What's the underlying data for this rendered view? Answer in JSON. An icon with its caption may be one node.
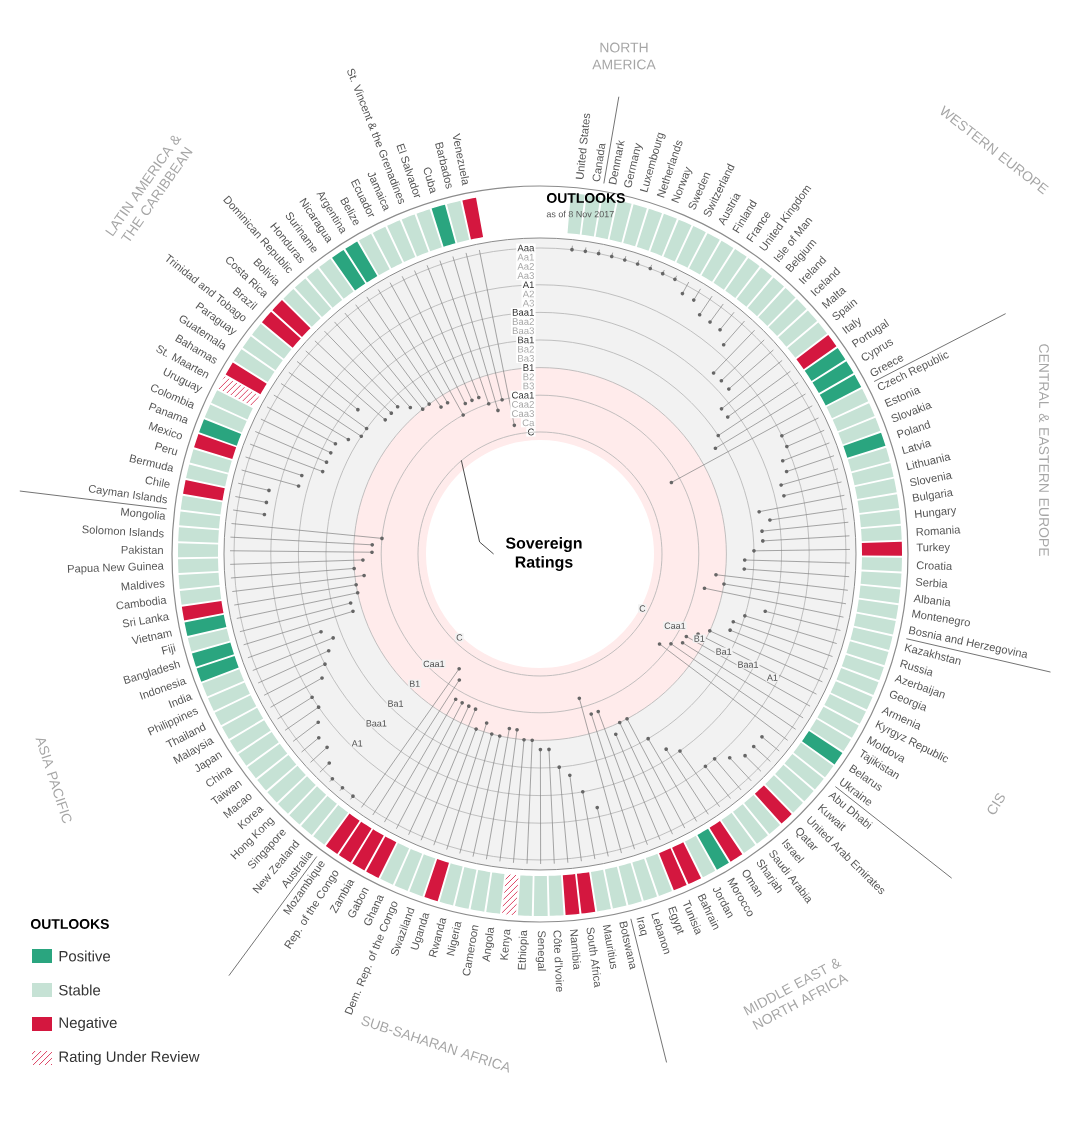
{
  "diagram": {
    "labels": [
      "OUTLOOKS",
      "as of 8 Nov 2017",
      "Aaa",
      "Aa1",
      "Aa2",
      "Aa3",
      "A1",
      "A2",
      "A3",
      "Baa1",
      "Baa2",
      "Baa3",
      "Ba1",
      "Ba2",
      "Ba3",
      "B1",
      "B2",
      "B3",
      "Caa1",
      "Caa2",
      "Caa3",
      "Ca",
      "C",
      "NORTH AMERICA",
      "United States",
      "Canada",
      "WESTERN EUROPE",
      "Denmark",
      "Germany",
      "Luxembourg",
      "Netherlands",
      "Norway",
      "Sweden",
      "Switzerland",
      "Austria",
      "Finland",
      "France",
      "United Kingdom",
      "Isle of Man",
      "Belgium",
      "Ireland",
      "Iceland",
      "Malta",
      "Spain",
      "Italy",
      "Portugal",
      "Cyprus",
      "Greece",
      "CENTRAL & EASTERN EUROPE",
      "Czech Republic",
      "Estonia",
      "Slovakia",
      "Poland",
      "Latvia",
      "Lithuania",
      "Slovenia",
      "Bulgaria",
      "Hungary",
      "Romania",
      "Turkey",
      "Croatia",
      "Serbia",
      "Albania",
      "Montenegro",
      "Bosnia and Herzegovina",
      "CIS",
      "Kazakhstan",
      "Russia",
      "Azerbaijan",
      "Georgia",
      "Armenia",
      "Kyrgyz Republic",
      "Moldova",
      "Tajikistan",
      "Belarus",
      "Ukraine",
      "MIDDLE EAST & NORTH AFRICA",
      "Abu Dhabi",
      "Kuwait",
      "United Arab Emirates",
      "Qatar",
      "Israel",
      "Saudi Arabia",
      "Sharjah",
      "Oman",
      "Morocco",
      "Jordan",
      "Bahrain",
      "Tunisia",
      "Egypt",
      "Lebanon",
      "Iraq",
      "SUB-SAHARAN AFRICA",
      "Mozambique",
      "Rep. of the Congo",
      "Zambia",
      "Gabon",
      "Ghana",
      "Dem. Rep. of the Congo",
      "Swaziland",
      "Uganda",
      "Rwanda",
      "Nigeria",
      "Cameroon",
      "Angola",
      "Kenya",
      "Ethiopia",
      "Senegal",
      "Côte d'Ivoire",
      "Namibia",
      "South Africa",
      "Mauritius",
      "Botswana",
      "ASIA PACIFIC",
      "Australia",
      "New Zealand",
      "Singapore",
      "Hong Kong",
      "Korea",
      "Macao",
      "Taiwan",
      "China",
      "Japan",
      "Malaysia",
      "Thailand",
      "Philippines",
      "India",
      "Indonesia",
      "Bangladesh",
      "Fiji",
      "Vietnam",
      "Sri Lanka",
      "Cambodia",
      "Maldives",
      "Papua New Guinea",
      "Pakistan",
      "Solomon Islands",
      "Mongolia",
      "LATIN AMERICA & THE CARIBBEAN",
      "Cayman Islands",
      "Chile",
      "Bermuda",
      "Peru",
      "Mexico",
      "Panama",
      "Colombia",
      "Uruguay",
      "St. Maarten",
      "Bahamas",
      "Guatemala",
      "Paraguay",
      "Trinidad and Tobago",
      "Brazil",
      "Costa Rica",
      "Bolivia",
      "Dominican Republic",
      "Honduras",
      "Suriname",
      "Nicaragua",
      "Argentina",
      "Belize",
      "Ecuador",
      "Jamaica",
      "St. Vincent & the Grenadines",
      "El Salvador",
      "Cuba",
      "Barbados",
      "Venezuela",
      "C",
      "Caa1",
      "B1",
      "Ba1",
      "Baa1",
      "A1",
      "C",
      "Caa1",
      "B1",
      "Ba1",
      "Baa1",
      "A1",
      "OUTLOOKS"
    ],
    "nodes": [
      {
        "text": [],
        "shape": "circle"
      },
      {
        "text": [
          "Sovereign Ratings"
        ],
        "in": 0
      }
    ],
    "edges": [
      {
        "from": 1,
        "to": 0,
        "arrow": "none"
      }
    ],
    "legend": [
      {
        "text": "Positive",
        "color": "#2aa57f"
      },
      {
        "text": "Stable",
        "color": "#c6e2d5"
      },
      {
        "text": "Negative",
        "color": "#d4173f"
      },
      {
        "text": "Rating Under Review"
      }
    ]
  }
}
